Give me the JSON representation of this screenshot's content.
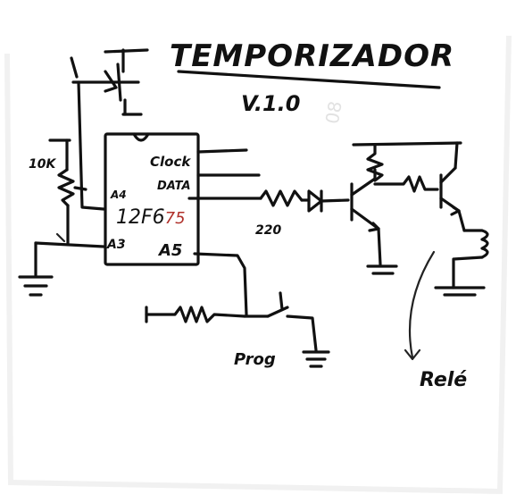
{
  "title": "TEMPORIZADOR",
  "version": "V.1.0",
  "chip": {
    "name": "12F675",
    "name_dark": "12F6",
    "name_red": "75",
    "pins": {
      "clock": "Clock",
      "data": "DATA",
      "a4": "A4",
      "a3": "A3",
      "a5": "A5"
    }
  },
  "components": {
    "pot_label": "10K",
    "series_resistor_label": "220",
    "prog_label": "Prog",
    "relay_label": "Relé"
  },
  "colors": {
    "paper": "#ffffff",
    "ink": "#111111",
    "chip_text_red": "#b0302a"
  }
}
